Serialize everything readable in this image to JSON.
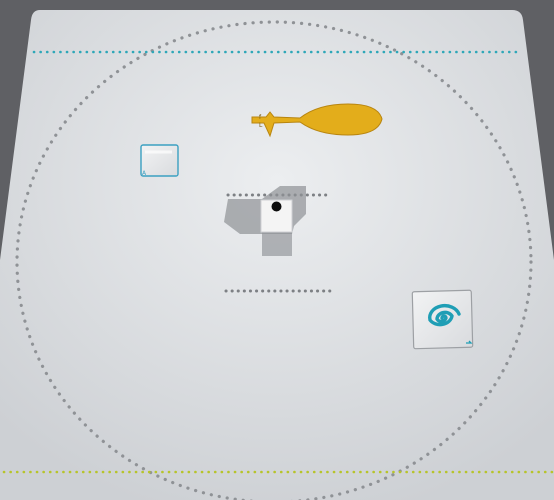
{
  "board": {
    "surface_color": "#d3d6da",
    "surface_highlight": "#eceef0",
    "frame_color": "#5f6064",
    "dotted_circle_color": "#8f9296",
    "top_line_color": "#2ea7b8",
    "bottom_line_color": "#b7c42a"
  },
  "pieces": {
    "spoon_token": {
      "icon": "golden-spoon-key-icon",
      "color": "#e3ad1b",
      "marks": [
        "f",
        "L"
      ]
    },
    "white_die": {
      "icon": "die-icon",
      "pips": 1,
      "color": "#f4f4f4"
    },
    "blank_card": {
      "icon": "small-card-icon",
      "border_color": "#3ba0c1",
      "corner_mark": "A"
    },
    "spiral_card": {
      "icon": "spiral-card-icon",
      "accent_color": "#1f9eb5"
    }
  }
}
